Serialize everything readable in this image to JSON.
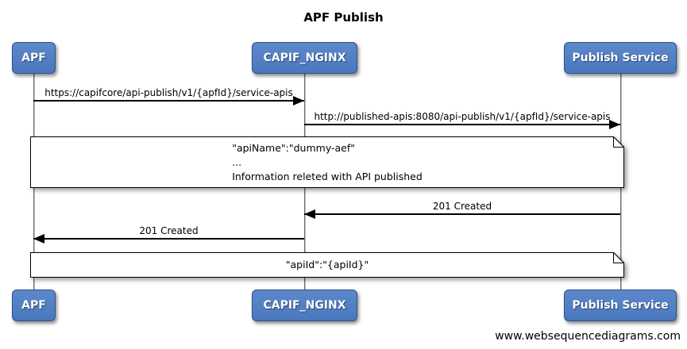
{
  "title": "APF Publish",
  "actors": [
    {
      "label": "APF"
    },
    {
      "label": "CAPIF_NGINX"
    },
    {
      "label": "Publish Service"
    }
  ],
  "messages": [
    {
      "from": "APF",
      "to": "CAPIF_NGINX",
      "direction": "right",
      "label": "https://capifcore/api-publish/v1/{apfId}/service-apis"
    },
    {
      "from": "CAPIF_NGINX",
      "to": "Publish Service",
      "direction": "right",
      "label": "http://published-apis:8080/api-publish/v1/{apfId}/service-apis"
    },
    {
      "from": "Publish Service",
      "to": "CAPIF_NGINX",
      "direction": "left",
      "label": "201 Created"
    },
    {
      "from": "CAPIF_NGINX",
      "to": "APF",
      "direction": "left",
      "label": "201 Created"
    }
  ],
  "notes": [
    {
      "lines": [
        "\"apiName\":\"dummy-aef\"",
        "...",
        "Information releted with API published"
      ]
    },
    {
      "lines": [
        "\"apiId\":\"{apiId}\""
      ]
    }
  ],
  "watermark": "www.websequencediagrams.com",
  "colors": {
    "actor_fill": "#4a77bc",
    "actor_fill_top": "#5d89cb",
    "actor_border": "#2d5289",
    "actor_text": "#ffffff",
    "line": "#000000",
    "lifeline": "#6e6e6e",
    "note_fill": "#ffffff",
    "background": "#ffffff"
  }
}
